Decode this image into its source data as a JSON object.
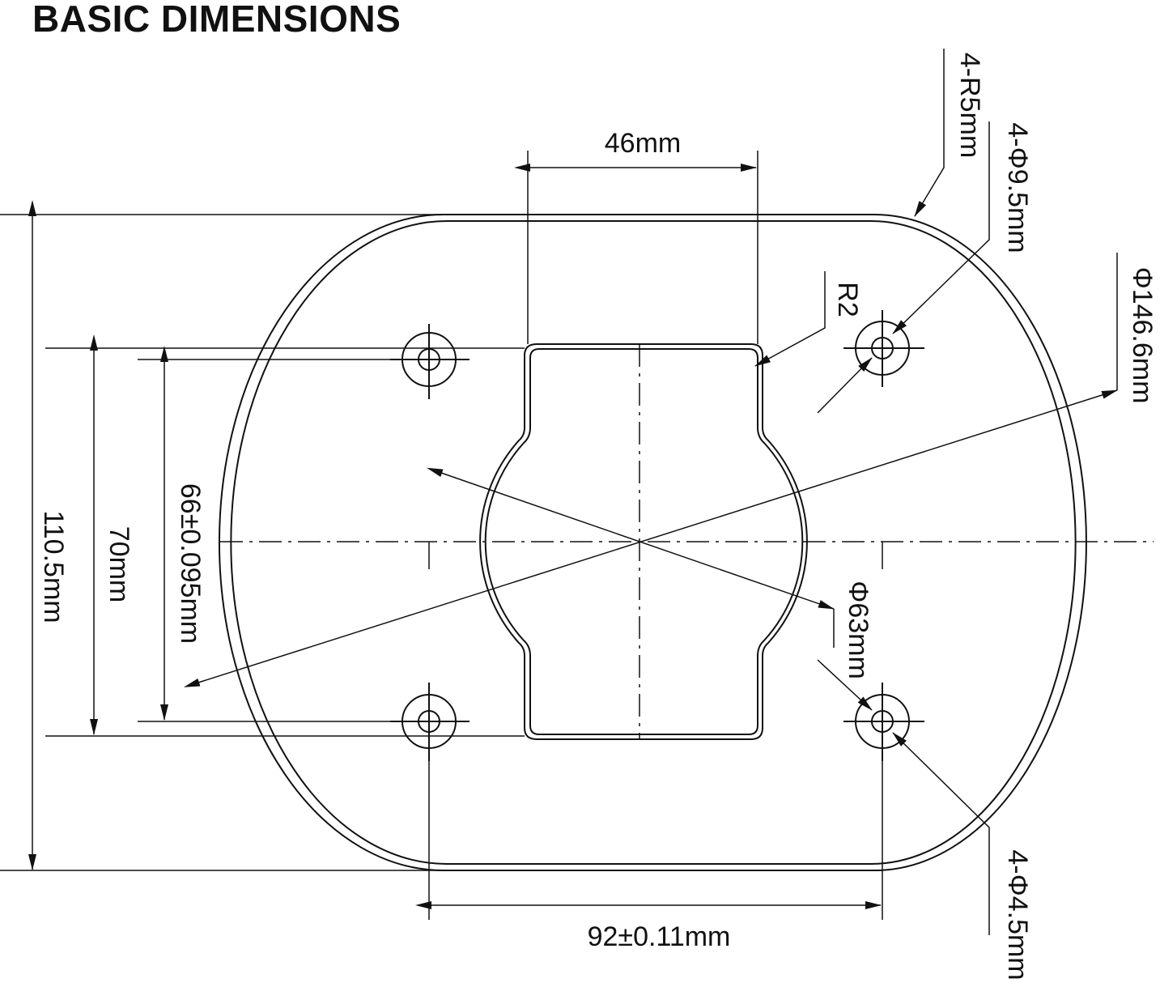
{
  "title": "BASIC DIMENSIONS",
  "dimensions": {
    "slot_width": "46mm",
    "corner_radius_outer": "4-R5mm",
    "corner_holes_large": "4-Φ9.5mm",
    "outer_diameter": "Φ146.6mm",
    "inner_corner_radius": "R2",
    "center_diameter": "Φ63mm",
    "overall_height": "110.5mm",
    "hole_spacing_vertical": "70mm",
    "slot_height": "66±0.095mm",
    "hole_spacing_horizontal": "92±0.11mm",
    "corner_holes_small": "4-Φ4.5mm"
  },
  "colors": {
    "line": "#111111",
    "background": "#ffffff"
  }
}
